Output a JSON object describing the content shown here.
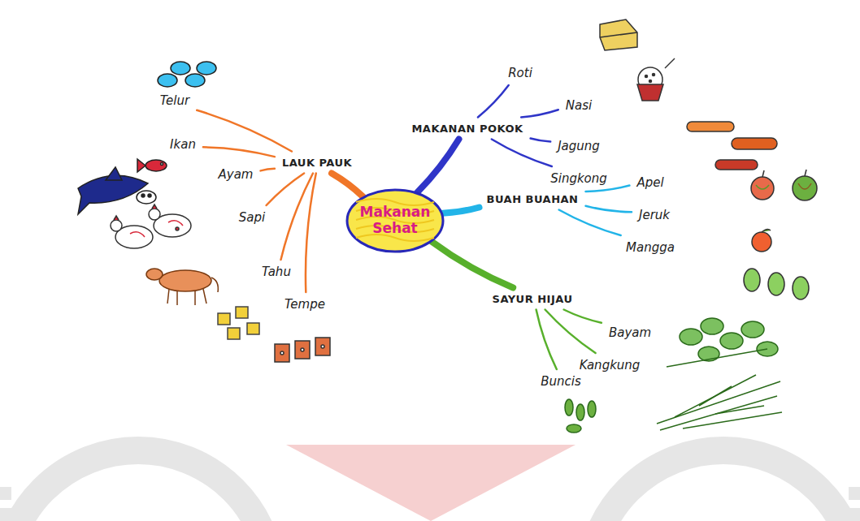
{
  "diagram": {
    "nodes": [
      {
        "text": [
          "Makanan Sehat"
        ]
      },
      {
        "text": [
          "MAKANAN POKOK"
        ]
      },
      {
        "text": [
          "Roti"
        ]
      },
      {
        "text": [
          "Nasi"
        ]
      },
      {
        "text": [
          "Jagung"
        ]
      },
      {
        "text": [
          "Singkong"
        ]
      },
      {
        "text": [
          "BUAH BUAHAN"
        ]
      },
      {
        "text": [
          "Apel"
        ]
      },
      {
        "text": [
          "Jeruk"
        ]
      },
      {
        "text": [
          "Mangga"
        ]
      },
      {
        "text": [
          "SAYUR HIJAU"
        ]
      },
      {
        "text": [
          "Bayam"
        ]
      },
      {
        "text": [
          "Kangkung"
        ]
      },
      {
        "text": [
          "Buncis"
        ]
      },
      {
        "text": [
          "LAUK PAUK"
        ]
      },
      {
        "text": [
          "Telur"
        ]
      },
      {
        "text": [
          "Ikan"
        ]
      },
      {
        "text": [
          "Ayam"
        ]
      },
      {
        "text": [
          "Sapi"
        ]
      },
      {
        "text": [
          "Tahu"
        ]
      },
      {
        "text": [
          "Tempe"
        ]
      }
    ],
    "edges": [
      {
        "from": 0,
        "to": 1,
        "arrow": "none"
      },
      {
        "from": 1,
        "to": 2,
        "arrow": "none"
      },
      {
        "from": 1,
        "to": 3,
        "arrow": "none"
      },
      {
        "from": 1,
        "to": 4,
        "arrow": "none"
      },
      {
        "from": 1,
        "to": 5,
        "arrow": "none"
      },
      {
        "from": 0,
        "to": 6,
        "arrow": "none"
      },
      {
        "from": 6,
        "to": 7,
        "arrow": "none"
      },
      {
        "from": 6,
        "to": 8,
        "arrow": "none"
      },
      {
        "from": 6,
        "to": 9,
        "arrow": "none"
      },
      {
        "from": 0,
        "to": 10,
        "arrow": "none"
      },
      {
        "from": 10,
        "to": 11,
        "arrow": "none"
      },
      {
        "from": 10,
        "to": 12,
        "arrow": "none"
      },
      {
        "from": 10,
        "to": 13,
        "arrow": "none"
      },
      {
        "from": 0,
        "to": 14,
        "arrow": "none"
      },
      {
        "from": 14,
        "to": 15,
        "arrow": "none"
      },
      {
        "from": 14,
        "to": 16,
        "arrow": "none"
      },
      {
        "from": 14,
        "to": 17,
        "arrow": "none"
      },
      {
        "from": 14,
        "to": 18,
        "arrow": "none"
      },
      {
        "from": 14,
        "to": 19,
        "arrow": "none"
      },
      {
        "from": 14,
        "to": 20,
        "arrow": "none"
      }
    ]
  }
}
